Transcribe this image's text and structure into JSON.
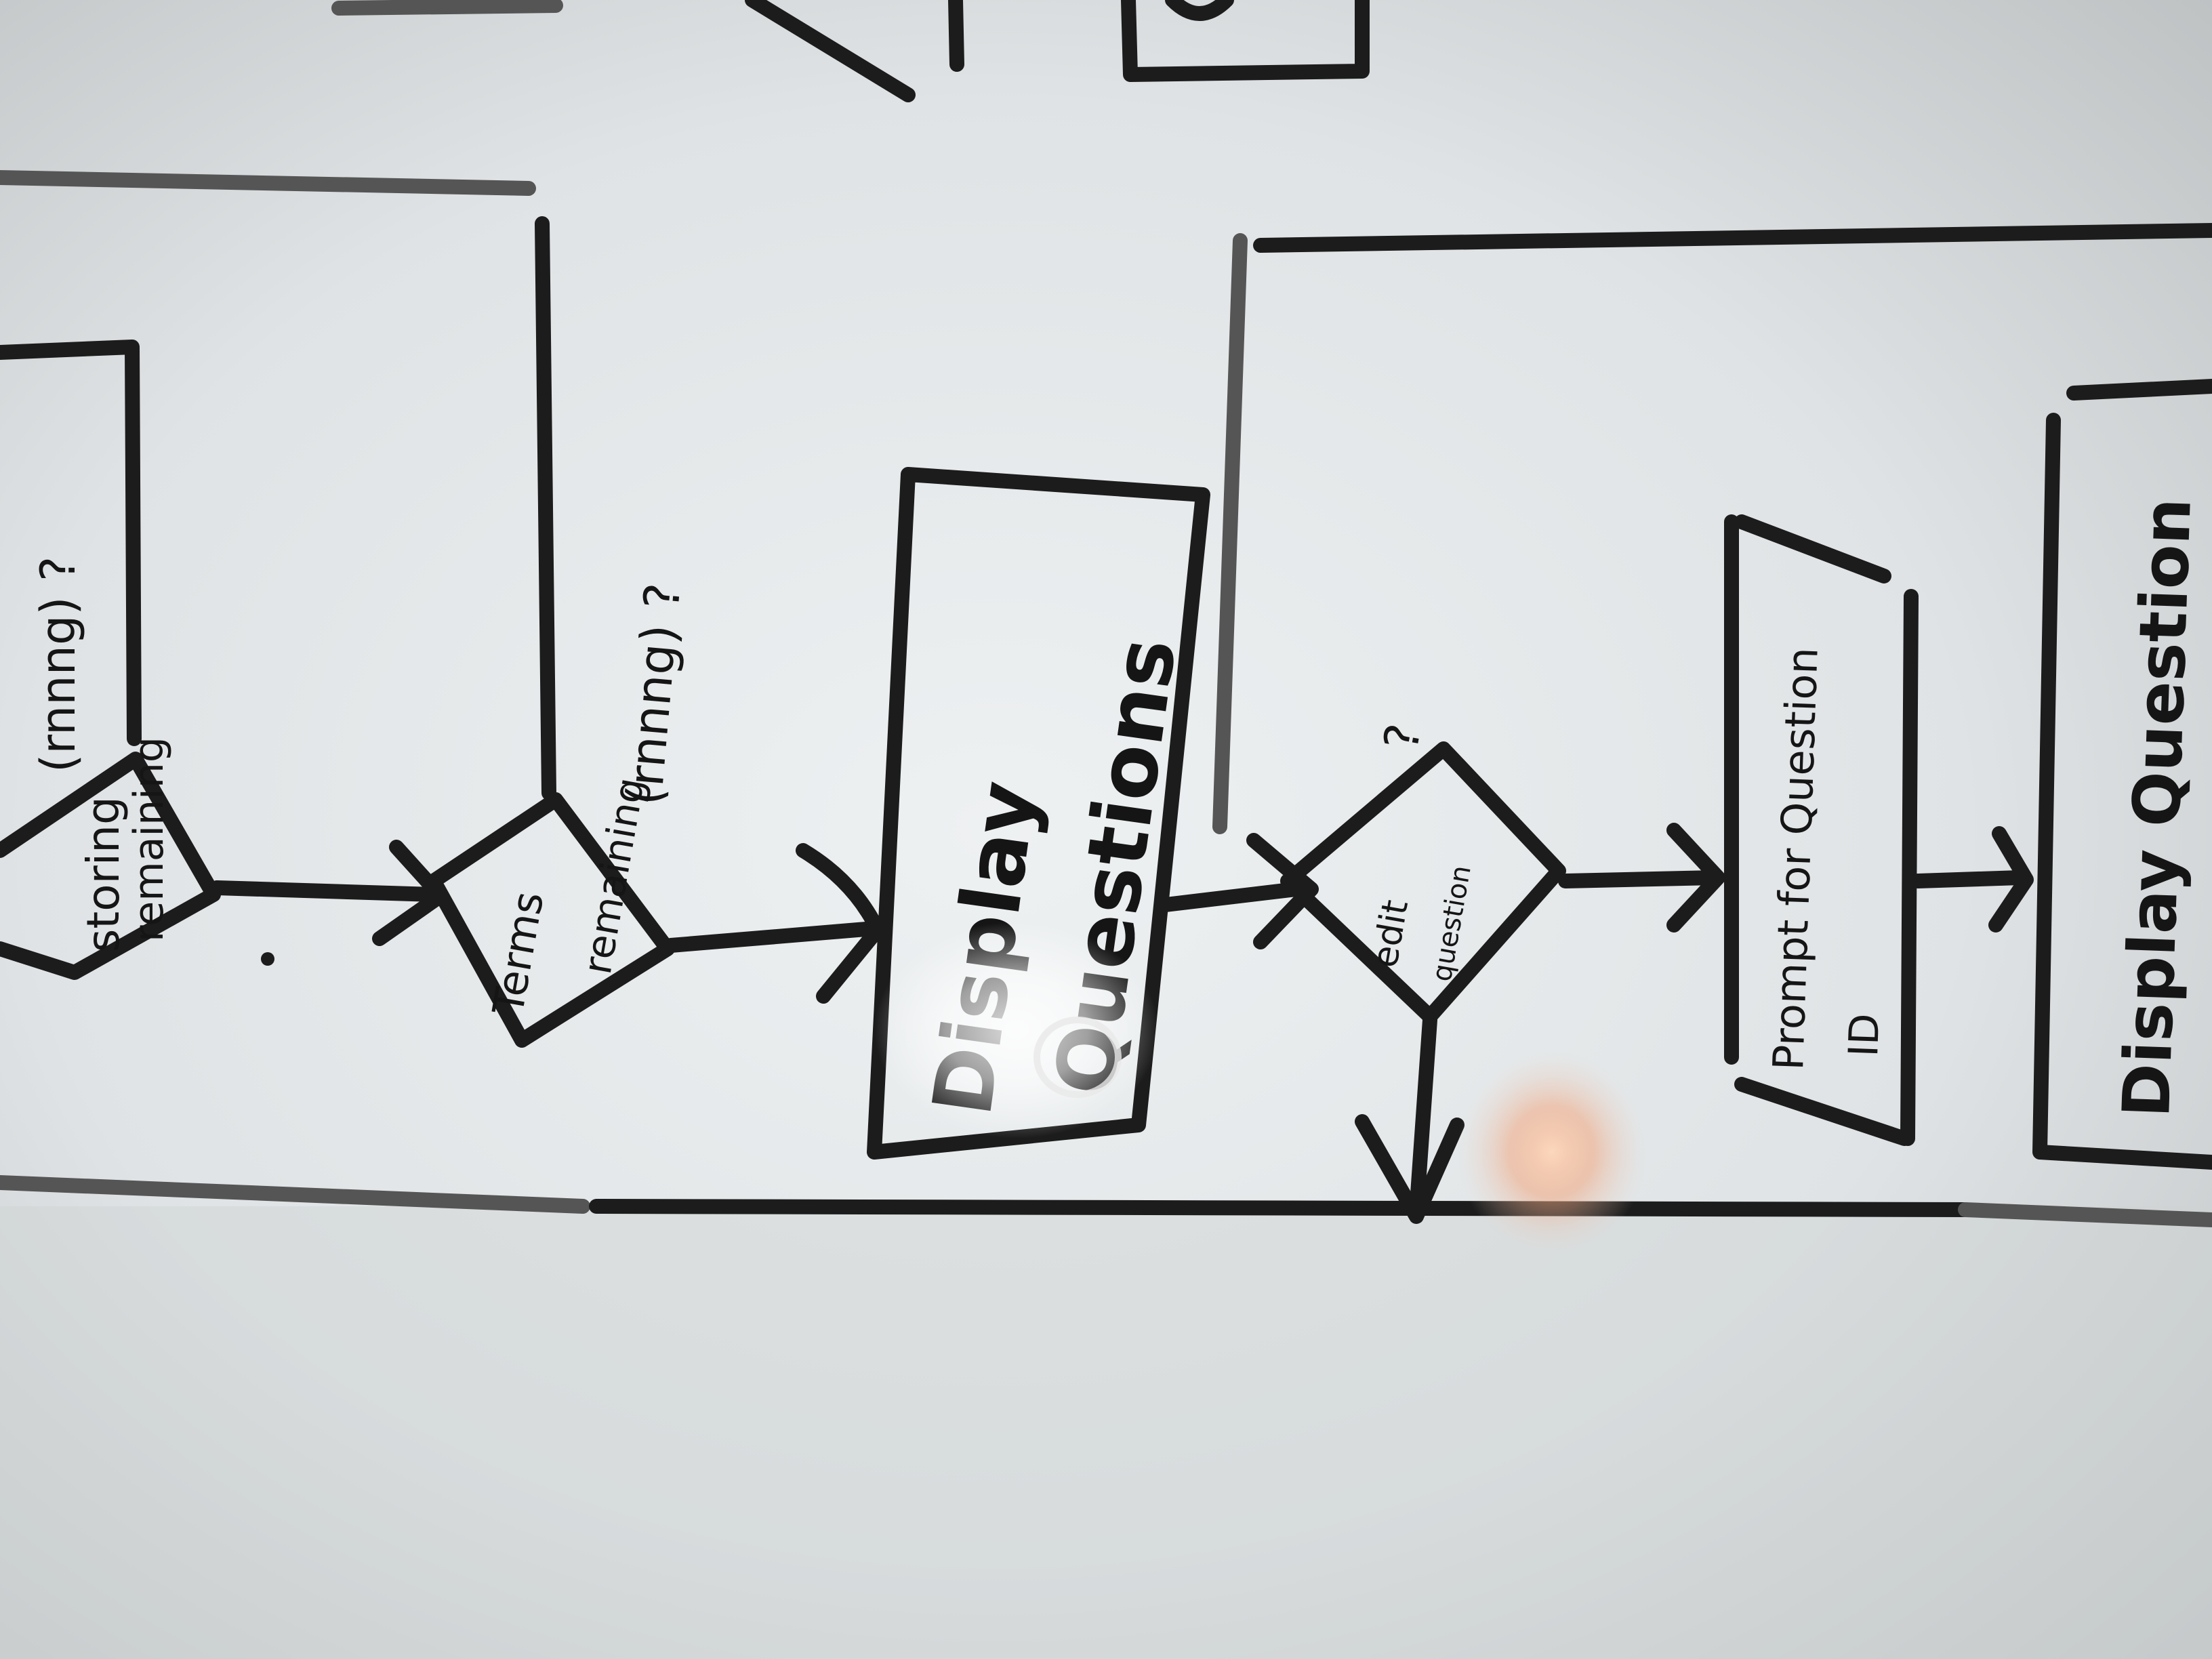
{
  "diagram": {
    "nodes": {
      "display_questions": {
        "text_line1": "Display",
        "text_line2": "Questions"
      },
      "terms_remaining": {
        "text_line1": "Terms",
        "text_line2": "remaining"
      },
      "storing_remaining": {
        "text_line1": "storing",
        "text_line2": "remaining"
      },
      "terms_condition_label": {
        "text": "(rnnng) ?"
      },
      "storing_condition_label": {
        "text": "(rnnng) ?"
      },
      "edit_question": {
        "text_line1": "edit",
        "text_line2": "question",
        "mark": "?"
      },
      "prompt_for_question": {
        "text_line1": "Prompt for Question",
        "text_line2": "ID"
      },
      "display_question": {
        "text": "Display Question"
      }
    }
  },
  "colors": {
    "board": "#d8dde0",
    "ink": "#1c1c1c",
    "glare": "#ffffff",
    "warm_glare": "#f4b088"
  }
}
